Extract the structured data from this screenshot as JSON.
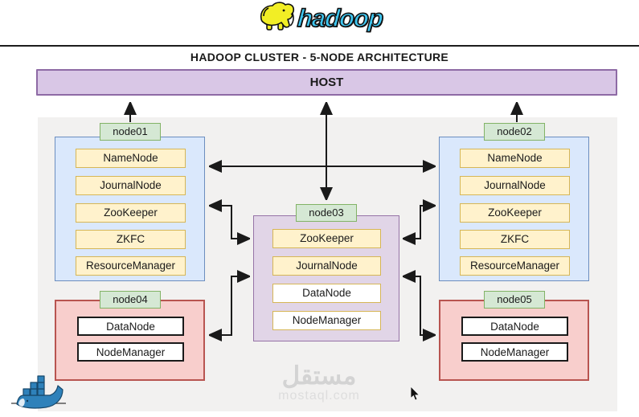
{
  "brand": {
    "name": "hadoop",
    "icon": "hadoop-elephant-icon",
    "wordmark_color": "#3ec6f0"
  },
  "title": "HADOOP CLUSTER - 5-NODE ARCHITECTURE",
  "host": {
    "label": "HOST"
  },
  "nodes": [
    {
      "label": "node01",
      "services": [
        {
          "name": "NameNode"
        },
        {
          "name": "JournalNode"
        },
        {
          "name": "ZooKeeper"
        },
        {
          "name": "ZKFC"
        },
        {
          "name": "ResourceManager"
        }
      ]
    },
    {
      "label": "node02",
      "services": [
        {
          "name": "NameNode"
        },
        {
          "name": "JournalNode"
        },
        {
          "name": "ZooKeeper"
        },
        {
          "name": "ZKFC"
        },
        {
          "name": "ResourceManager"
        }
      ]
    },
    {
      "label": "node03",
      "services": [
        {
          "name": "ZooKeeper"
        },
        {
          "name": "JournalNode"
        },
        {
          "name": "DataNode"
        },
        {
          "name": "NodeManager"
        }
      ]
    },
    {
      "label": "node04",
      "services": [
        {
          "name": "DataNode"
        },
        {
          "name": "NodeManager"
        }
      ]
    },
    {
      "label": "node05",
      "services": [
        {
          "name": "DataNode"
        },
        {
          "name": "NodeManager"
        }
      ]
    }
  ],
  "watermark": {
    "text_ar": "مستقل",
    "text_en": "mostaql.com"
  },
  "footer_icon": "docker-whale-icon",
  "cursor": "mouse-cursor",
  "colors": {
    "host_fill": "#d9c7e6",
    "host_border": "#8e6aa5",
    "node_blue_fill": "#dae8fc",
    "node_blue_border": "#6c8ebf",
    "node_purple_fill": "#e1d5e7",
    "node_purple_border": "#9673a6",
    "node_pink_fill": "#f8cecc",
    "node_pink_border": "#b85450",
    "label_green_fill": "#d5e8d4",
    "label_green_border": "#82b366",
    "service_yellow_fill": "#fff2cc",
    "service_yellow_border": "#d6b656",
    "panel_gray": "#f2f1f0",
    "arrow_color": "#1a1a1a"
  }
}
